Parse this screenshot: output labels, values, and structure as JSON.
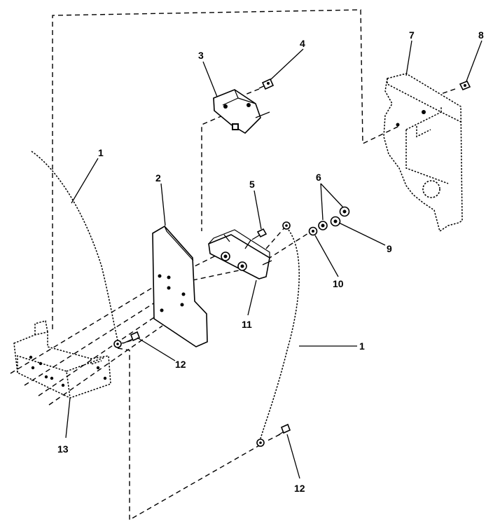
{
  "callouts": [
    {
      "id": "1a",
      "text": "1"
    },
    {
      "id": "1b",
      "text": "1"
    },
    {
      "id": "2",
      "text": "2"
    },
    {
      "id": "3",
      "text": "3"
    },
    {
      "id": "4",
      "text": "4"
    },
    {
      "id": "5",
      "text": "5"
    },
    {
      "id": "6",
      "text": "6"
    },
    {
      "id": "7",
      "text": "7"
    },
    {
      "id": "8",
      "text": "8"
    },
    {
      "id": "9",
      "text": "9"
    },
    {
      "id": "10",
      "text": "10"
    },
    {
      "id": "11",
      "text": "11"
    },
    {
      "id": "12a",
      "text": "12"
    },
    {
      "id": "12b",
      "text": "12"
    },
    {
      "id": "13",
      "text": "13"
    }
  ]
}
